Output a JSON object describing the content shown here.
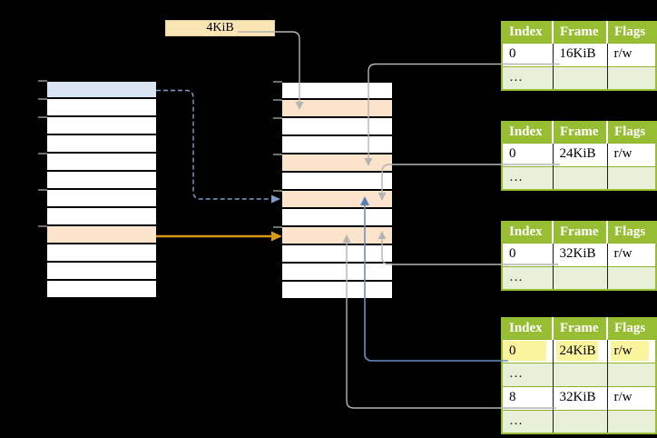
{
  "diagram": {
    "page_size_label": "4KiB",
    "ellipsis": "…"
  },
  "columns": {
    "left": {
      "count": 12,
      "highlights": {
        "0": "#DAE5F4",
        "8": "#FCE3CC"
      }
    },
    "middle": {
      "count": 12,
      "highlights": {
        "1": "#FCE3CC",
        "4": "#FCE3CC",
        "6": "#FCE3CC",
        "8": "#FCE3CC"
      }
    }
  },
  "tables": [
    {
      "headers": [
        "Index",
        "Frame",
        "Flags"
      ],
      "rows": [
        [
          "0",
          "16KiB",
          "r/w"
        ],
        [
          "…",
          "",
          ""
        ]
      ]
    },
    {
      "headers": [
        "Index",
        "Frame",
        "Flags"
      ],
      "rows": [
        [
          "0",
          "24KiB",
          "r/w"
        ],
        [
          "…",
          "",
          ""
        ]
      ]
    },
    {
      "headers": [
        "Index",
        "Frame",
        "Flags"
      ],
      "rows": [
        [
          "0",
          "32KiB",
          "r/w"
        ],
        [
          "…",
          "",
          ""
        ]
      ]
    },
    {
      "headers": [
        "Index",
        "Frame",
        "Flags"
      ],
      "rows": [
        [
          "0",
          "24KiB",
          "r/w"
        ],
        [
          "…",
          "",
          ""
        ],
        [
          "8",
          "32KiB",
          "r/w"
        ],
        [
          "…",
          "",
          ""
        ]
      ],
      "highlighted_row": 0
    }
  ],
  "colors": {
    "background": "#000000",
    "cell_white": "#FFFFFF",
    "row_blue": "#DAE5F4",
    "row_orange": "#FCE3CC",
    "label_cream": "#FAE5B5",
    "table_green": "#97BE32",
    "table_row_light_green": "#E7EFD8",
    "highlight_yellow": "#FAF49E",
    "wire_gray": "#B4B4B4",
    "wire_blue_solid": "#6890C5",
    "wire_blue_dashed": "#7E9DD1",
    "wire_amber": "#D89A18",
    "tick_gray": "#8A8A8A"
  }
}
